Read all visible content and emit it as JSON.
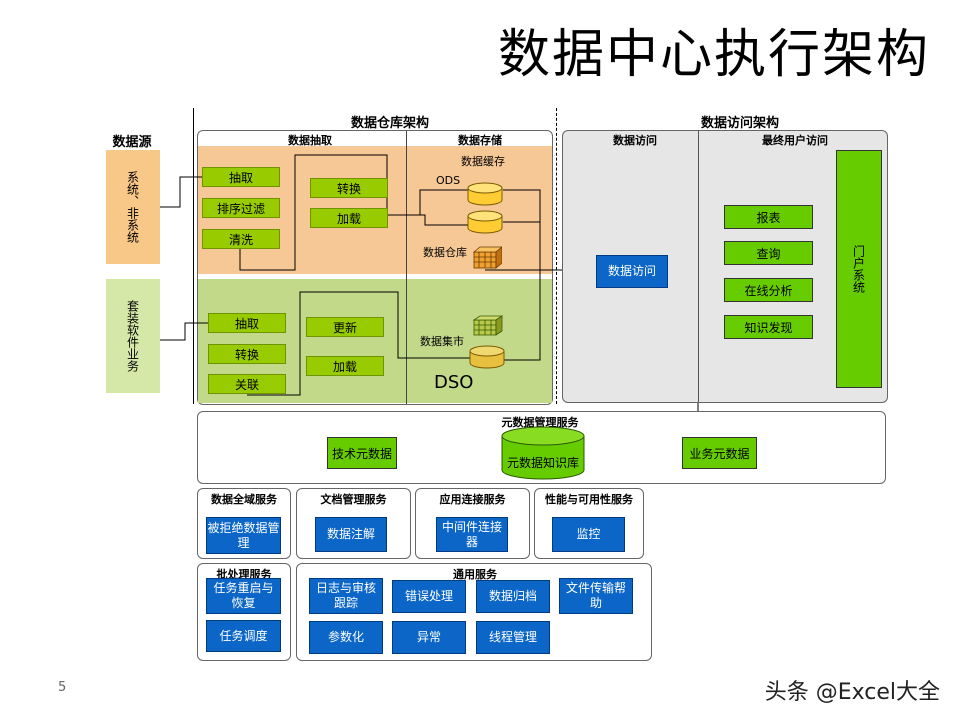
{
  "title": "数据中心执行架构",
  "headers": {
    "warehouse": "数据仓库架构",
    "access": "数据访问架构",
    "source": "数据源",
    "extract": "数据抽取",
    "storage": "数据存储",
    "data_access": "数据访问",
    "end_user": "最终用户访问"
  },
  "sources": {
    "system": "系统、非系统",
    "package": "套装软件业务"
  },
  "orange_zone": {
    "steps_left": [
      "抽取",
      "排序过滤",
      "清洗"
    ],
    "steps_right": [
      "转换",
      "加载"
    ],
    "cache_label": "数据缓存",
    "ods_label": "ODS",
    "dw_label": "数据仓库"
  },
  "green_zone": {
    "steps_left": [
      "抽取",
      "转换",
      "关联"
    ],
    "steps_right": [
      "更新",
      "加载"
    ],
    "mart_label": "数据集市",
    "dso_label": "DSO"
  },
  "access_zone": {
    "data_access_box": "数据访问",
    "tools": [
      "报表",
      "查询",
      "在线分析",
      "知识发现"
    ],
    "portal": "门户系统"
  },
  "meta": {
    "title": "元数据管理服务",
    "tech": "技术元数据",
    "repo": "元数据知识库",
    "biz": "业务元数据"
  },
  "services": {
    "global": {
      "title": "数据全域服务",
      "items": [
        "被拒绝数据管理"
      ]
    },
    "doc": {
      "title": "文档管理服务",
      "items": [
        "数据注解"
      ]
    },
    "app": {
      "title": "应用连接服务",
      "items": [
        "中间件连接器"
      ]
    },
    "perf": {
      "title": "性能与可用性服务",
      "items": [
        "监控"
      ]
    },
    "batch": {
      "title": "批处理服务",
      "items": [
        "任务重启与恢复",
        "任务调度"
      ]
    },
    "common": {
      "title": "通用服务",
      "items": [
        "日志与审核跟踪",
        "错误处理",
        "数据归档",
        "文件传输帮助",
        "参数化",
        "异常",
        "线程管理"
      ]
    }
  },
  "page_number": "5",
  "watermark": "头条 @Excel大全",
  "colors": {
    "orange": "#f5c28a",
    "green_zone": "#c3d98a",
    "step_green": "#99cc00",
    "blue": "#0b66c8",
    "gray_panel": "#e6e6e6",
    "portal_green": "#66cc00"
  }
}
